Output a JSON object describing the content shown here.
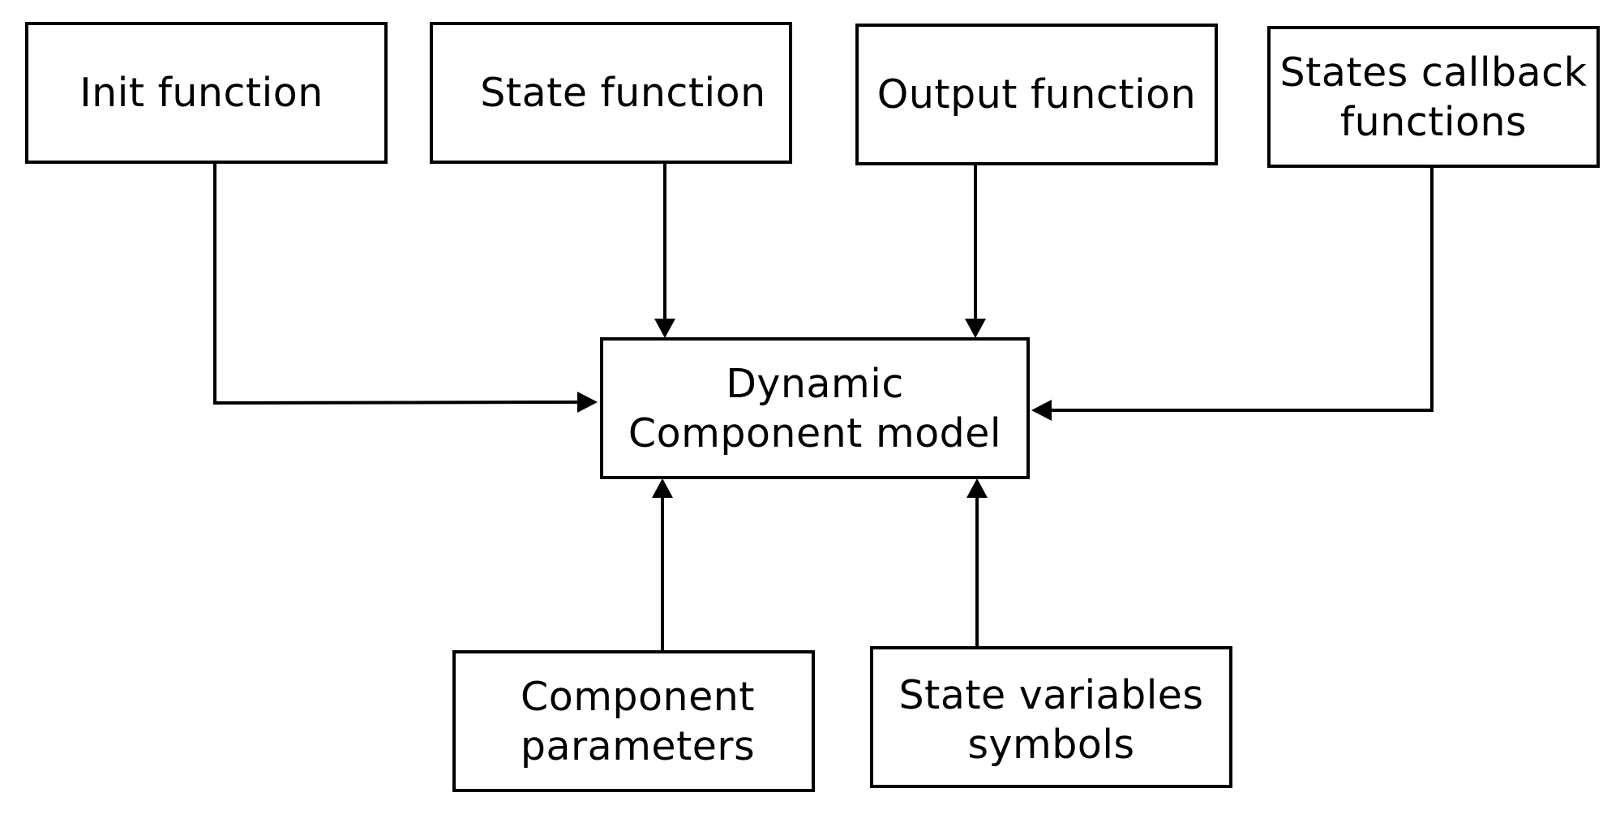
{
  "diagram": {
    "nodes": {
      "init": {
        "label": "Init function"
      },
      "state": {
        "label": "State function"
      },
      "output": {
        "label": "Output function"
      },
      "callback": {
        "label": "States callback\nfunctions"
      },
      "model": {
        "label": "Dynamic\nComponent model"
      },
      "params": {
        "label": "Component\nparameters"
      },
      "symbols": {
        "label": "State variables\nsymbols"
      }
    },
    "edges": [
      {
        "from": "init",
        "to": "model"
      },
      {
        "from": "state",
        "to": "model"
      },
      {
        "from": "output",
        "to": "model"
      },
      {
        "from": "callback",
        "to": "model"
      },
      {
        "from": "params",
        "to": "model"
      },
      {
        "from": "symbols",
        "to": "model"
      }
    ],
    "colors": {
      "stroke": "#000000",
      "background": "#ffffff"
    }
  }
}
